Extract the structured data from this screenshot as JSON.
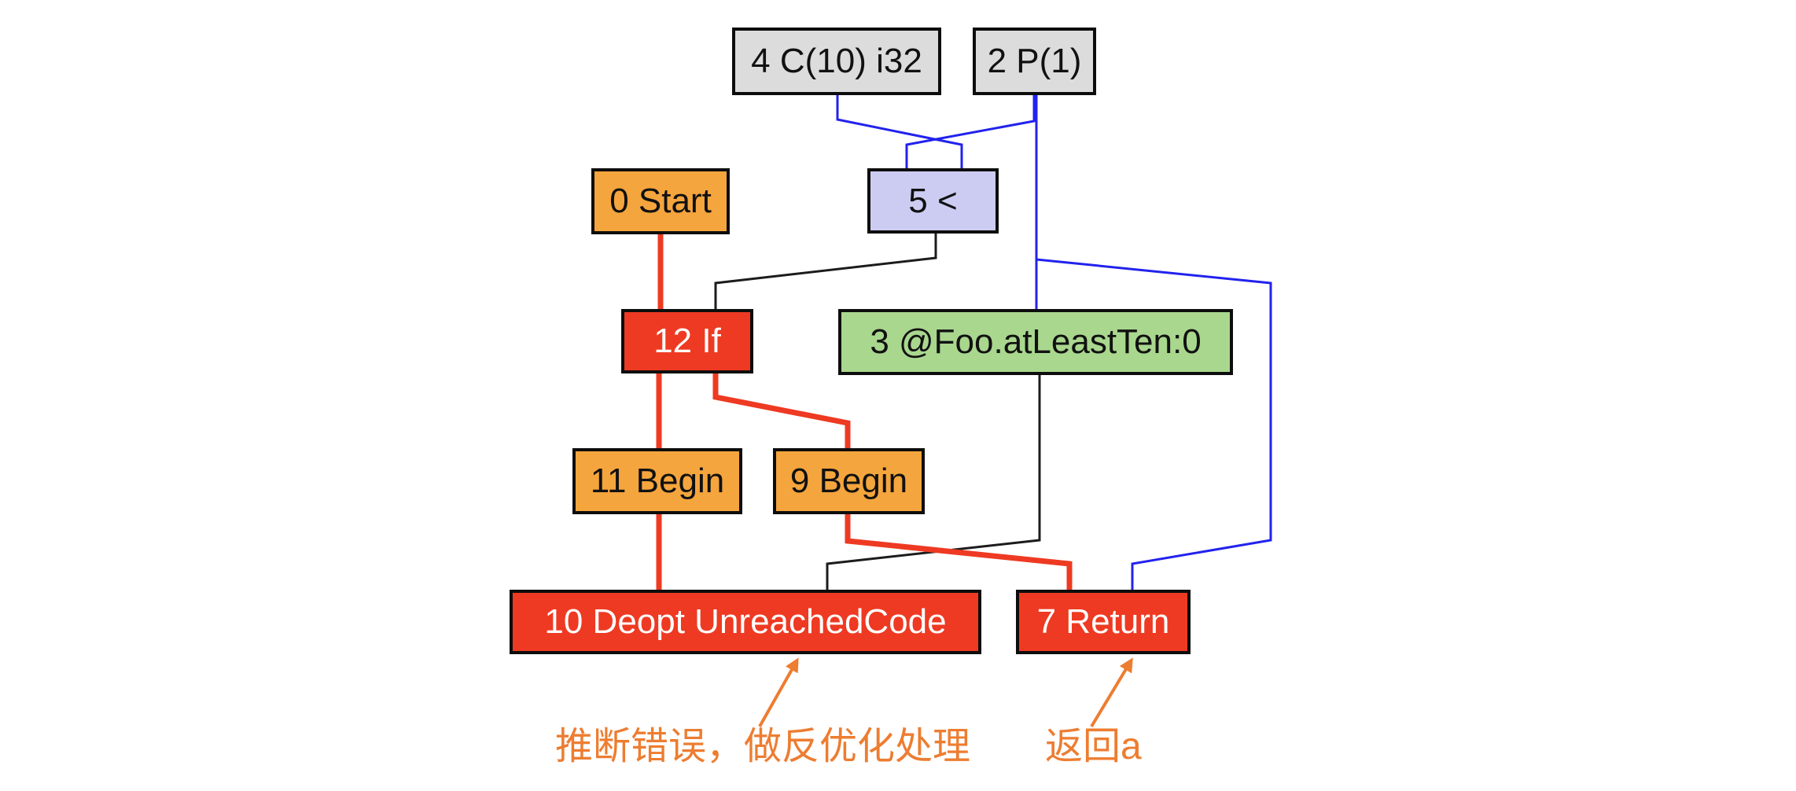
{
  "graph": {
    "nodes": {
      "c4": {
        "label": "4 C(10) i32"
      },
      "p2": {
        "label": "2 P(1)"
      },
      "start0": {
        "label": "0 Start"
      },
      "lt5": {
        "label": "5 <"
      },
      "if12": {
        "label": "12 If"
      },
      "fs3": {
        "label": "3 @Foo.atLeastTen:0"
      },
      "begin11": {
        "label": "11 Begin"
      },
      "begin9": {
        "label": "9 Begin"
      },
      "deopt10": {
        "label": "10 Deopt UnreachedCode"
      },
      "return7": {
        "label": "7 Return"
      }
    },
    "annotations": {
      "deopt_note": {
        "text": "推断错误，做反优化处理"
      },
      "return_note": {
        "text": "返回a"
      }
    },
    "colors": {
      "constant_fill": "#dcdcdc",
      "control_fill": "#f5a53d",
      "value_fill": "#ccccf2",
      "framestate_fill": "#a9d78e",
      "dead_fill": "#ee3a22",
      "edge_blue": "#2222ee",
      "edge_black": "#1c1c1c",
      "edge_red": "#ee3a22",
      "annotation_orange": "#ed7d31"
    }
  }
}
